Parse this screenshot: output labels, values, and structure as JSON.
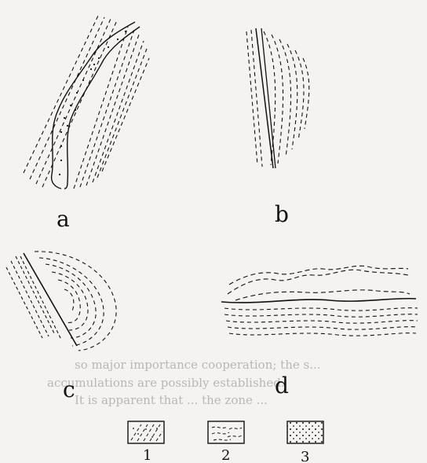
{
  "panels": [
    {
      "id": "a",
      "label": "a"
    },
    {
      "id": "b",
      "label": "b"
    },
    {
      "id": "c",
      "label": "c"
    },
    {
      "id": "d",
      "label": "d"
    }
  ],
  "legend": [
    {
      "number": "1",
      "pattern": "dashes-with-dots"
    },
    {
      "number": "2",
      "pattern": "wavy-dashes"
    },
    {
      "number": "3",
      "pattern": "dots"
    }
  ],
  "bleed_text": [
    "so major importance cooperation; the s...",
    "accumulations are possibly established.",
    "It is apparent that ... the zone ..."
  ]
}
